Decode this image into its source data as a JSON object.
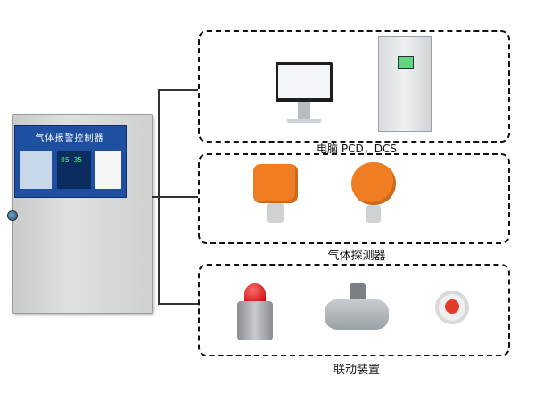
{
  "controller": {
    "title": "气体报警控制器",
    "display_time": "05 35"
  },
  "groups": {
    "computers": {
      "label": "电脑 PCD，DCS"
    },
    "detectors": {
      "label": "气体探测器"
    },
    "linkage": {
      "label": "联动装置"
    }
  },
  "colors": {
    "panel_blue": "#1f4fa0",
    "detector_orange": "#f07d22",
    "beacon_red": "#c00000",
    "fan_red": "#e23b2b",
    "dcs_display_green": "#5fd77a"
  },
  "icons": {
    "computer": "monitor-icon",
    "dcs_cabinet": "cabinet-icon",
    "detector": "gas-detector-icon",
    "beacon": "alarm-beacon-icon",
    "valve": "solenoid-valve-icon",
    "fan": "axial-fan-icon"
  }
}
